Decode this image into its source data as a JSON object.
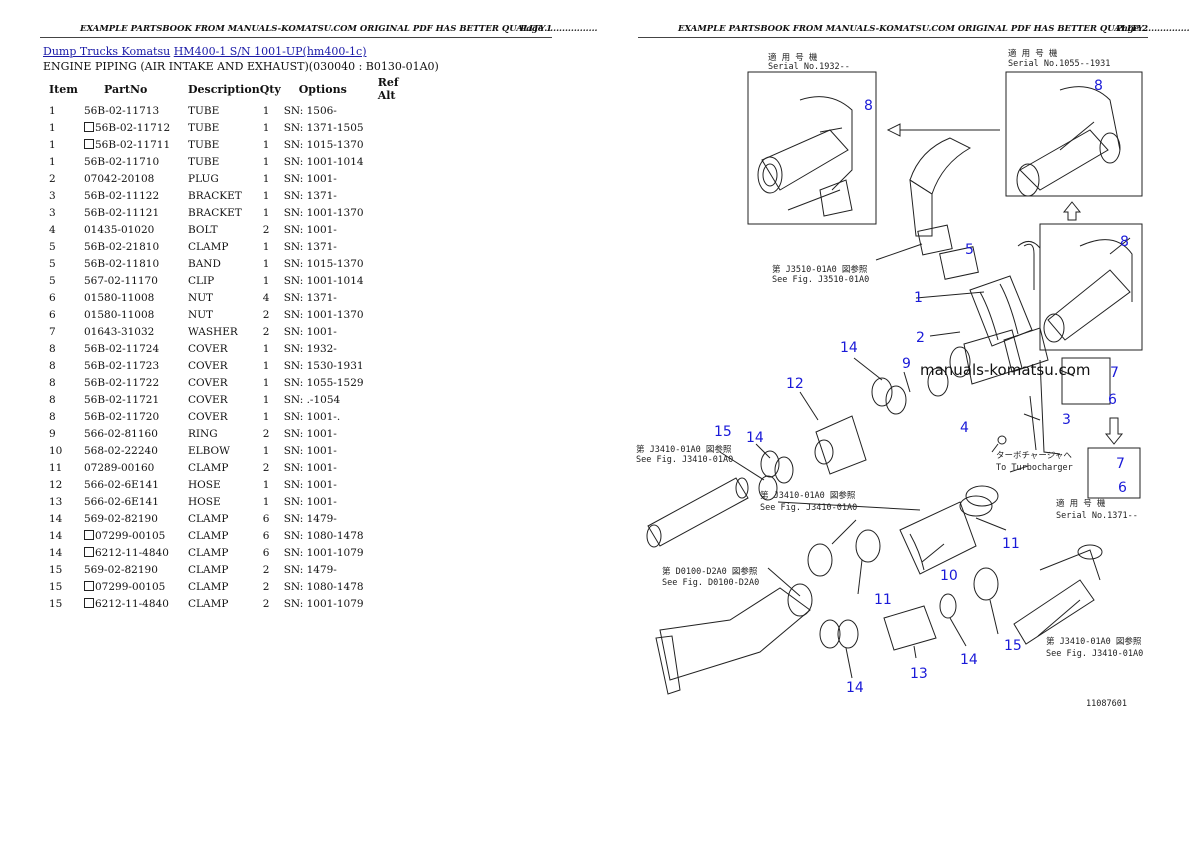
{
  "header": {
    "left_title": "EXAMPLE PARTSBOOK FROM MANUALS-KOMATSU.COM ORIGINAL PDF HAS BETTER QUALITY..................",
    "left_page": "Page 1",
    "right_title": "EXAMPLE PARTSBOOK FROM MANUALS-KOMATSU.COM ORIGINAL PDF HAS BETTER QUALITY..................",
    "right_page": "Page 2"
  },
  "breadcrumb": {
    "link1": "Dump Trucks Komatsu",
    "link2": "HM400-1 S/N 1001-UP(hm400-1c)"
  },
  "subtitle": "ENGINE PIPING (AIR INTAKE AND EXHAUST)(030040 : B0130-01A0)",
  "table": {
    "headers": [
      "Item",
      "PartNo",
      "Description",
      "Qty",
      "Options",
      "Ref Alt"
    ],
    "rows": [
      {
        "item": "1",
        "part": "56B-02-11713",
        "box": false,
        "desc": "TUBE",
        "qty": "1",
        "opt": "SN: 1506-"
      },
      {
        "item": "1",
        "part": "56B-02-11712",
        "box": true,
        "desc": "TUBE",
        "qty": "1",
        "opt": "SN: 1371-1505"
      },
      {
        "item": "1",
        "part": "56B-02-11711",
        "box": true,
        "desc": "TUBE",
        "qty": "1",
        "opt": "SN: 1015-1370"
      },
      {
        "item": "1",
        "part": "56B-02-11710",
        "box": false,
        "desc": "TUBE",
        "qty": "1",
        "opt": "SN: 1001-1014"
      },
      {
        "item": "2",
        "part": "07042-20108",
        "box": false,
        "desc": "PLUG",
        "qty": "1",
        "opt": "SN: 1001-"
      },
      {
        "item": "3",
        "part": "56B-02-11122",
        "box": false,
        "desc": "BRACKET",
        "qty": "1",
        "opt": "SN: 1371-"
      },
      {
        "item": "3",
        "part": "56B-02-11121",
        "box": false,
        "desc": "BRACKET",
        "qty": "1",
        "opt": "SN: 1001-1370"
      },
      {
        "item": "4",
        "part": "01435-01020",
        "box": false,
        "desc": "BOLT",
        "qty": "2",
        "opt": "SN: 1001-"
      },
      {
        "item": "5",
        "part": "56B-02-21810",
        "box": false,
        "desc": "CLAMP",
        "qty": "1",
        "opt": "SN: 1371-"
      },
      {
        "item": "5",
        "part": "56B-02-11810",
        "box": false,
        "desc": "BAND",
        "qty": "1",
        "opt": "SN: 1015-1370"
      },
      {
        "item": "5",
        "part": "567-02-11170",
        "box": false,
        "desc": "CLIP",
        "qty": "1",
        "opt": "SN: 1001-1014"
      },
      {
        "item": "6",
        "part": "01580-11008",
        "box": false,
        "desc": "NUT",
        "qty": "4",
        "opt": "SN: 1371-"
      },
      {
        "item": "6",
        "part": "01580-11008",
        "box": false,
        "desc": "NUT",
        "qty": "2",
        "opt": "SN: 1001-1370"
      },
      {
        "item": "7",
        "part": "01643-31032",
        "box": false,
        "desc": "WASHER",
        "qty": "2",
        "opt": "SN: 1001-"
      },
      {
        "item": "8",
        "part": "56B-02-11724",
        "box": false,
        "desc": "COVER",
        "qty": "1",
        "opt": "SN: 1932-"
      },
      {
        "item": "8",
        "part": "56B-02-11723",
        "box": false,
        "desc": "COVER",
        "qty": "1",
        "opt": "SN: 1530-1931"
      },
      {
        "item": "8",
        "part": "56B-02-11722",
        "box": false,
        "desc": "COVER",
        "qty": "1",
        "opt": "SN: 1055-1529"
      },
      {
        "item": "8",
        "part": "56B-02-11721",
        "box": false,
        "desc": "COVER",
        "qty": "1",
        "opt": "SN: .-1054"
      },
      {
        "item": "8",
        "part": "56B-02-11720",
        "box": false,
        "desc": "COVER",
        "qty": "1",
        "opt": "SN: 1001-."
      },
      {
        "item": "9",
        "part": "566-02-81160",
        "box": false,
        "desc": "RING",
        "qty": "2",
        "opt": "SN: 1001-"
      },
      {
        "item": "10",
        "part": "568-02-22240",
        "box": false,
        "desc": "ELBOW",
        "qty": "1",
        "opt": "SN: 1001-"
      },
      {
        "item": "11",
        "part": "07289-00160",
        "box": false,
        "desc": "CLAMP",
        "qty": "2",
        "opt": "SN: 1001-"
      },
      {
        "item": "12",
        "part": "566-02-6E141",
        "box": false,
        "desc": "HOSE",
        "qty": "1",
        "opt": "SN: 1001-"
      },
      {
        "item": "13",
        "part": "566-02-6E141",
        "box": false,
        "desc": "HOSE",
        "qty": "1",
        "opt": "SN: 1001-"
      },
      {
        "item": "14",
        "part": "569-02-82190",
        "box": false,
        "desc": "CLAMP",
        "qty": "6",
        "opt": "SN: 1479-"
      },
      {
        "item": "14",
        "part": "07299-00105",
        "box": true,
        "desc": "CLAMP",
        "qty": "6",
        "opt": "SN: 1080-1478"
      },
      {
        "item": "14",
        "part": "6212-11-4840",
        "box": true,
        "desc": "CLAMP",
        "qty": "6",
        "opt": "SN: 1001-1079"
      },
      {
        "item": "15",
        "part": "569-02-82190",
        "box": false,
        "desc": "CLAMP",
        "qty": "2",
        "opt": "SN: 1479-"
      },
      {
        "item": "15",
        "part": "07299-00105",
        "box": true,
        "desc": "CLAMP",
        "qty": "2",
        "opt": "SN: 1080-1478"
      },
      {
        "item": "15",
        "part": "6212-11-4840",
        "box": true,
        "desc": "CLAMP",
        "qty": "2",
        "opt": "SN: 1001-1079"
      }
    ]
  },
  "diagram": {
    "serial_1": "Serial No.1932--",
    "serial_1_jp": "適 用 号 機",
    "serial_2": "Serial No.1055--1931",
    "serial_2_jp": "適 用 号 機",
    "serial_3": "Serial No.1371--",
    "serial_3_jp": "適 用 号 機",
    "fig_j3510": "第 J3510-01A0 図参照",
    "fig_j3510_en": "See Fig. J3510-01A0",
    "fig_j3410_a": "第 J3410-01A0 図参照",
    "fig_j3410_a_en": "See Fig. J3410-01A0",
    "fig_j3410_b": "第 J3410-01A0 図参照",
    "fig_j3410_b_en": "See Fig. J3410-01A0",
    "fig_j3410_c": "第 J3410-01A0 図参照",
    "fig_j3410_c_en": "See Fig. J3410-01A0",
    "fig_d0100": "第 D0100-D2A0 図参照",
    "fig_d0100_en": "See Fig. D0100-D2A0",
    "turbo_jp": "ターボチャージャへ",
    "turbo_en": "To Turbocharger",
    "watermark": "manuals-komatsu.com",
    "drawing_no": "11087601",
    "callouts": [
      "8",
      "8",
      "8",
      "5",
      "1",
      "2",
      "14",
      "9",
      "12",
      "7",
      "6",
      "14",
      "3",
      "4",
      "15",
      "7",
      "6",
      "11",
      "10",
      "11",
      "15",
      "13",
      "14",
      "14"
    ]
  }
}
